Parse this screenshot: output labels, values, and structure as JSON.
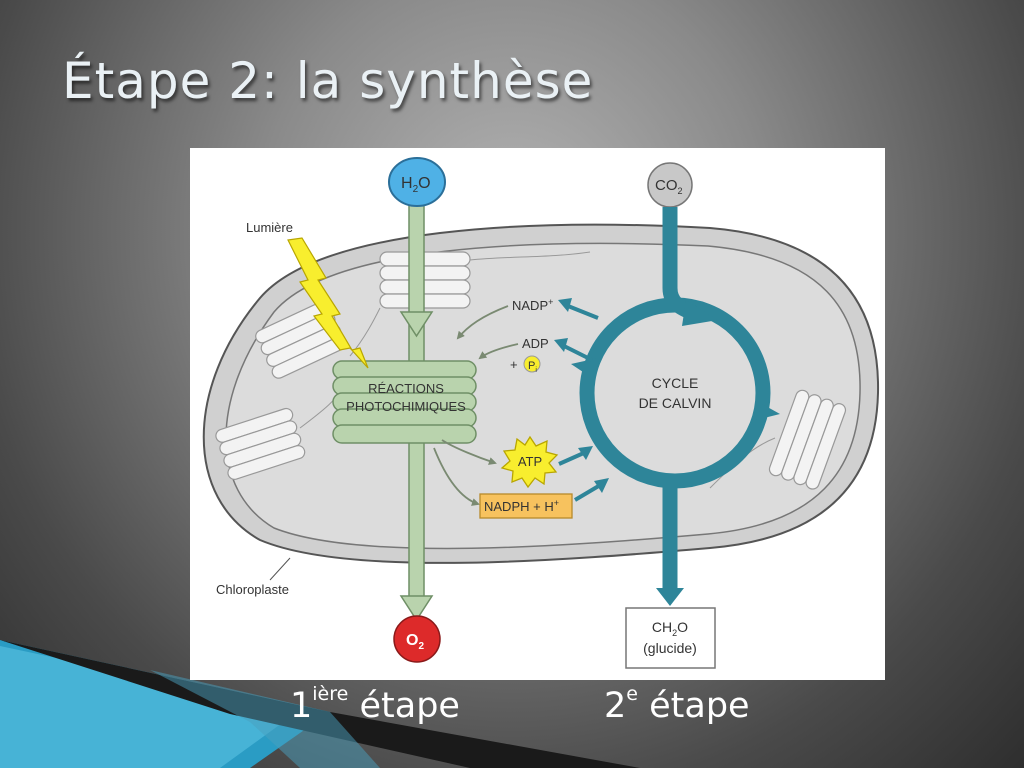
{
  "slide": {
    "title": "Étape 2: la synthèse",
    "step1": {
      "number": "1",
      "suffix": "ière",
      "word": "étape"
    },
    "step2": {
      "number": "2",
      "suffix": "e",
      "word": "étape"
    }
  },
  "diagram": {
    "h2o": {
      "main": "H",
      "sub": "2",
      "end": "O"
    },
    "co2": {
      "main": "CO",
      "sub": "2"
    },
    "o2": {
      "main": "O",
      "sub": "2"
    },
    "light": "Lumière",
    "chloroplast": "Chloroplaste",
    "reactions_line1": "RÉACTIONS",
    "reactions_line2": "PHOTOCHIMIQUES",
    "cycle_line1": "CYCLE",
    "cycle_line2": "DE CALVIN",
    "nadp": "NADP",
    "nadp_sup": "+",
    "adp": "ADP",
    "plus": "+",
    "p": "P",
    "p_sub": "i",
    "atp": "ATP",
    "nadph": "NADPH + H",
    "nadph_sup": "+",
    "ch2o": {
      "main": "CH",
      "sub": "2",
      "end": "O"
    },
    "glucide": "(glucide)"
  },
  "colors": {
    "green": "#b9d3ad",
    "teal": "#2e8599",
    "h2o_blue": "#4fb1e6",
    "o2_red": "#dd2a2a",
    "co2_gray": "#c8c8c8",
    "atp_yellow": "#f8ee2e",
    "nadph_orange": "#f7c25e"
  }
}
